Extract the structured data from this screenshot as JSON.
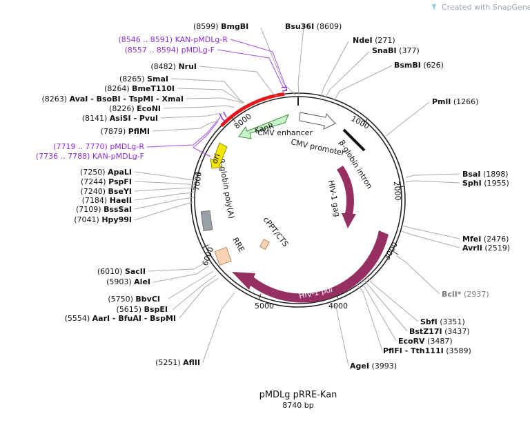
{
  "map": {
    "name": "pMDLg pRRE-Kan",
    "size_label": "8740 bp",
    "watermark": "Created with SnapGene®",
    "ticks": [
      "1000",
      "2000",
      "3000",
      "4000",
      "5000",
      "6000",
      "7000",
      "8000"
    ],
    "features": {
      "kanr": "KanR",
      "cmv_enhancer": "CMV enhancer",
      "cmv_promoter": "CMV promoter",
      "b_globin_intron": "β-globin intron",
      "hiv1_gag": "HIV-1 gag",
      "hiv1_pol": "HIV-1 pol",
      "cppt_cts": "cPPT/CTS",
      "rre": "RRE",
      "b_globin_polya": "β-globin poly(A)",
      "ori": "ori"
    },
    "labels": [
      {
        "pos": "(8599)",
        "name": "BmgBI"
      },
      {
        "pos": "(8609)",
        "name": "Bsu36I"
      },
      {
        "pos": "(271)",
        "name": "NdeI"
      },
      {
        "pos": "(377)",
        "name": "SnaBI"
      },
      {
        "pos": "(626)",
        "name": "BsmBI"
      },
      {
        "pos": "(1266)",
        "name": "PmlI"
      },
      {
        "pos": "(1898)",
        "name": "BsaI"
      },
      {
        "pos": "(1955)",
        "name": "SphI"
      },
      {
        "pos": "(2476)",
        "name": "MfeI"
      },
      {
        "pos": "(2519)",
        "name": "AvrII"
      },
      {
        "pos": "(2937)",
        "name": "BclI*"
      },
      {
        "pos": "(3351)",
        "name": "SbfI"
      },
      {
        "pos": "(3437)",
        "name": "BstZ17I"
      },
      {
        "pos": "(3487)",
        "name": "EcoRV"
      },
      {
        "pos": "(3589)",
        "name": "PflFI - Tth111I"
      },
      {
        "pos": "(3993)",
        "name": "AgeI"
      },
      {
        "pos": "(5251)",
        "name": "AflII"
      },
      {
        "pos": "(5554)",
        "name": "AarI - BfuAI - BspMI"
      },
      {
        "pos": "(5615)",
        "name": "BspEI"
      },
      {
        "pos": "(5750)",
        "name": "BbvCI"
      },
      {
        "pos": "(5903)",
        "name": "AleI"
      },
      {
        "pos": "(6010)",
        "name": "SacII"
      },
      {
        "pos": "(7041)",
        "name": "Hpy99I"
      },
      {
        "pos": "(7109)",
        "name": "BssSaI"
      },
      {
        "pos": "(7184)",
        "name": "HaeII"
      },
      {
        "pos": "(7240)",
        "name": "BseYI"
      },
      {
        "pos": "(7244)",
        "name": "PspFI"
      },
      {
        "pos": "(7250)",
        "name": "ApaLI"
      },
      {
        "pos": "(7736 .. 7788)",
        "name": "KAN-pMDLg-F"
      },
      {
        "pos": "(7719 .. 7770)",
        "name": "pMDLg-R"
      },
      {
        "pos": "(7879)",
        "name": "PflMI"
      },
      {
        "pos": "(8141)",
        "name": "AsiSI - PvuI"
      },
      {
        "pos": "(8226)",
        "name": "EcoNI"
      },
      {
        "pos": "(8263)",
        "name": "AvaI - BsoBI - TspMI - XmaI"
      },
      {
        "pos": "(8264)",
        "name": "BmeT110I"
      },
      {
        "pos": "(8265)",
        "name": "SmaI"
      },
      {
        "pos": "(8482)",
        "name": "NruI"
      },
      {
        "pos": "(8557 .. 8594)",
        "name": "pMDLg-F"
      },
      {
        "pos": "(8546 .. 8591)",
        "name": "KAN-pMDLg-R"
      }
    ],
    "colors": {
      "backbone": "#222222",
      "highlight": "#e8161b",
      "primer": "#8a2bd6",
      "kanr": "#c8f5c8",
      "ori": "#f2e600",
      "hiv": "#963063",
      "gray_feature": "#9aa0a8",
      "rre": "#fbd2b2"
    }
  }
}
